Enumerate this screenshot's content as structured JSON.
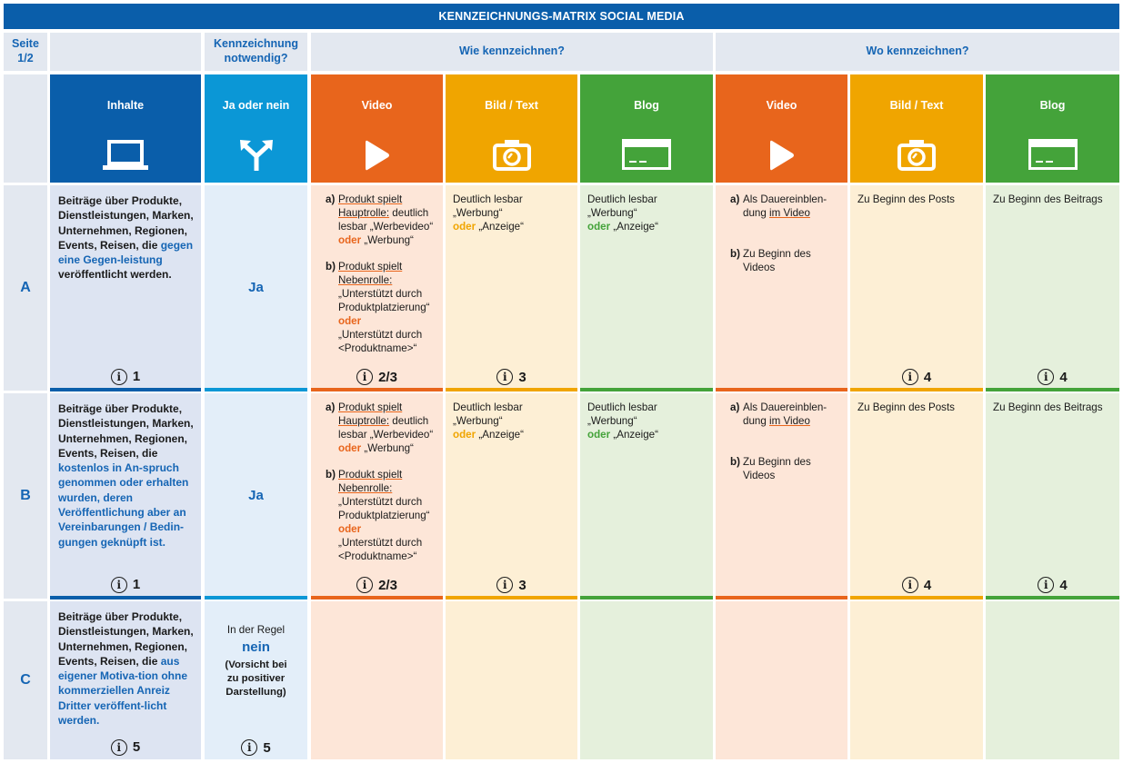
{
  "title": "KENNZEICHNUNGS-MATRIX SOCIAL MEDIA",
  "header": {
    "seite": "Seite 1/2",
    "kennzeichnung": "Kennzeichnung notwendig?",
    "wie": "Wie kennzeichnen?",
    "wo": "Wo kennzeichnen?"
  },
  "columns": {
    "inhalte": "Inhalte",
    "ja_nein": "Ja oder nein",
    "video": "Video",
    "bildtext": "Bild / Text",
    "blog": "Blog"
  },
  "icons": {
    "inhalte": "laptop-icon",
    "ja_nein": "fork-arrow-icon",
    "video": "play-icon",
    "bildtext": "camera-icon",
    "blog": "browser-window-icon"
  },
  "colors": {
    "blue_dark": "#0a5eaa",
    "blue_light": "#0b97d6",
    "orange": "#e8651c",
    "yellow": "#f0a500",
    "green": "#44a33a"
  },
  "rows": {
    "a": {
      "label": "A",
      "desc_pre": "Beiträge über Produkte, Dienstleistungen, Marken, Unternehmen, Regionen, Events, Reisen, die ",
      "desc_hl": "gegen eine Gegen-leistung",
      "desc_post": " veröffentlicht werden.",
      "answer": "Ja",
      "ref_inhalte": "1",
      "ref_video": "2/3",
      "ref_bild": "3",
      "ref_wo_bild": "4",
      "ref_wo_blog": "4"
    },
    "b": {
      "label": "B",
      "desc_pre": "Beiträge über Produkte, Dienstleistungen, Marken, Unternehmen, Regionen, Events, Reisen, die ",
      "desc_hl": "kostenlos in An-spruch genommen oder erhalten wurden, deren Veröffentlichung aber an Vereinbarungen / Bedin-gungen geknüpft ist.",
      "answer": "Ja",
      "ref_inhalte": "1",
      "ref_video": "2/3",
      "ref_bild": "3",
      "ref_wo_bild": "4",
      "ref_wo_blog": "4"
    },
    "c": {
      "label": "C",
      "desc_pre": "Beiträge über Produkte, Dienstleistungen, Marken, Unternehmen, Regionen, Events, Reisen, die ",
      "desc_hl": "aus eigener Motiva-tion ohne kommerziellen Anreiz Dritter veröffent-licht werden.",
      "answer_pre": "In der Regel",
      "answer": "nein",
      "answer_note": "(Vorsicht bei zu positiver Darstellung)",
      "ref_inhalte": "5",
      "ref_answer": "5"
    }
  },
  "wie": {
    "video": {
      "a_key": "a)",
      "a_ul": "Produkt spielt Hauptrolle:",
      "a_text": " deutlich lesbar „Werbevideo“",
      "oder": "oder",
      "a_text2": " „Werbung“",
      "b_key": "b)",
      "b_ul": "Produkt spielt Nebenrolle:",
      "b_text": "„Unterstützt durch Produktplatzierung“",
      "b_text2": "„Unterstützt durch <Produktname>“"
    },
    "bild": {
      "line1": "Deutlich lesbar „Werbung“",
      "oder": "oder",
      "line2": " „Anzeige“"
    },
    "blog": {
      "line1": "Deutlich lesbar „Werbung“",
      "oder": "oder",
      "line2": " „Anzeige“"
    }
  },
  "wo": {
    "video": {
      "a_key": "a)",
      "a_text": "Als Dauereinblen-dung ",
      "a_ul": "im Video",
      "b_key": "b)",
      "b_text": "Zu Beginn des Videos"
    },
    "bild": "Zu Beginn des Posts",
    "blog": "Zu Beginn des Beitrags"
  },
  "info_icon": "info-circle-icon"
}
